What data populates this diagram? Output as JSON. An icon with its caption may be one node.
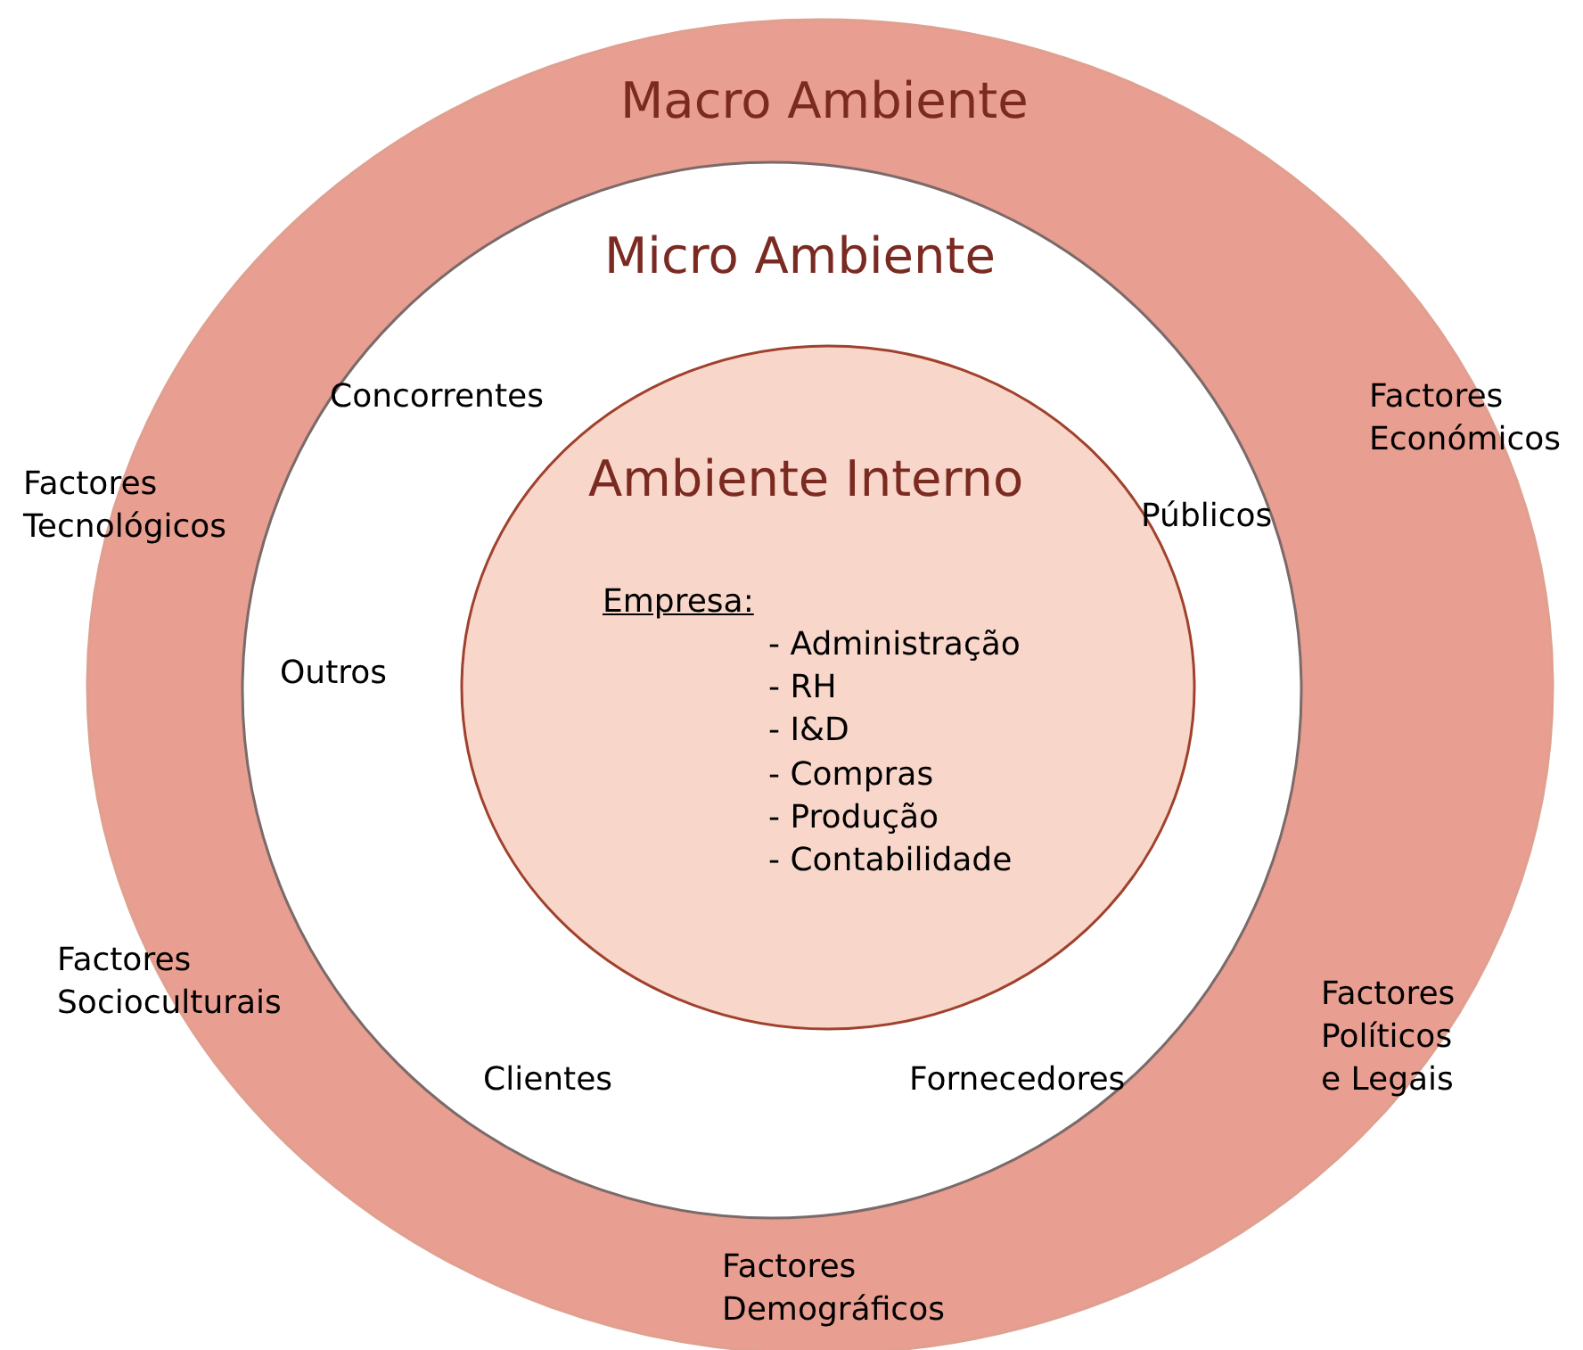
{
  "diagram": {
    "nodes": [
      {
        "text": [
          "Macro Ambiente"
        ]
      },
      {
        "text": [
          "Micro Ambiente"
        ],
        "in": 0
      },
      {
        "text": [
          "Ambiente Interno",
          "Empresa:",
          "- Administração",
          "- RH",
          "- I&D",
          "- Compras",
          "- Produção",
          "- Contabilidade"
        ],
        "in": 1
      }
    ],
    "edges": [],
    "labels": [
      "Concorrentes",
      "Factores Económicos",
      "Factores Tecnológicos",
      "Públicos",
      "Outros",
      "Factores Socioculturais",
      "Factores Políticos e Legais",
      "Clientes",
      "Fornecedores",
      "Factores Demográficos"
    ]
  }
}
